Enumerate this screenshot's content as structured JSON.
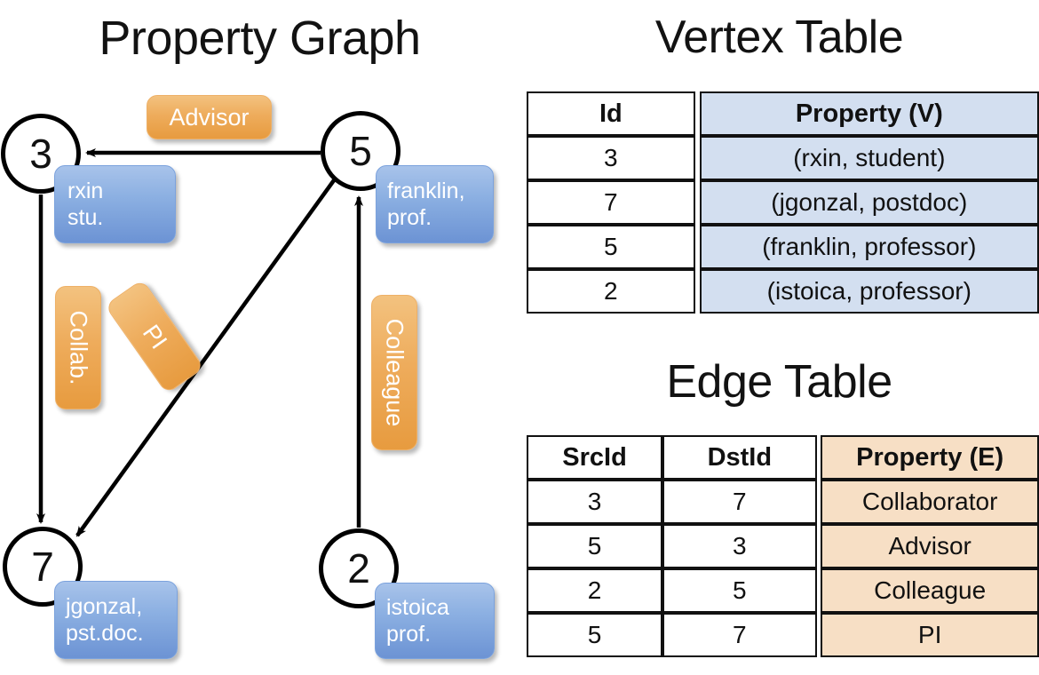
{
  "titles": {
    "property_graph": "Property Graph",
    "vertex_table": "Vertex Table",
    "edge_table": "Edge Table"
  },
  "graph": {
    "nodes": [
      {
        "id": "3",
        "label": "3",
        "property": "rxin\nstu."
      },
      {
        "id": "5",
        "label": "5",
        "property": "franklin,\nprof."
      },
      {
        "id": "7",
        "label": "7",
        "property": "jgonzal,\npst.doc."
      },
      {
        "id": "2",
        "label": "2",
        "property": "istoica\nprof."
      }
    ],
    "edge_labels": {
      "advisor": "Advisor",
      "collab": "Collab.",
      "pi": "PI",
      "colleague": "Colleague"
    }
  },
  "vertex_table": {
    "headers": [
      "Id",
      "Property (V)"
    ],
    "rows": [
      {
        "id": "3",
        "property": "(rxin, student)"
      },
      {
        "id": "7",
        "property": "(jgonzal, postdoc)"
      },
      {
        "id": "5",
        "property": "(franklin, professor)"
      },
      {
        "id": "2",
        "property": "(istoica, professor)"
      }
    ]
  },
  "edge_table": {
    "headers": [
      "SrcId",
      "DstId",
      "Property (E)"
    ],
    "rows": [
      {
        "src": "3",
        "dst": "7",
        "property": "Collaborator"
      },
      {
        "src": "5",
        "dst": "3",
        "property": "Advisor"
      },
      {
        "src": "2",
        "dst": "5",
        "property": "Colleague"
      },
      {
        "src": "5",
        "dst": "7",
        "property": "PI"
      }
    ]
  },
  "colors": {
    "vertex_property_fill": "#d3dff0",
    "edge_property_fill": "#f7dfc5",
    "node_chip_blue": "#8cb0e2",
    "edge_chip_orange": "#eeac5c",
    "stroke": "#111111",
    "background": "#ffffff"
  }
}
